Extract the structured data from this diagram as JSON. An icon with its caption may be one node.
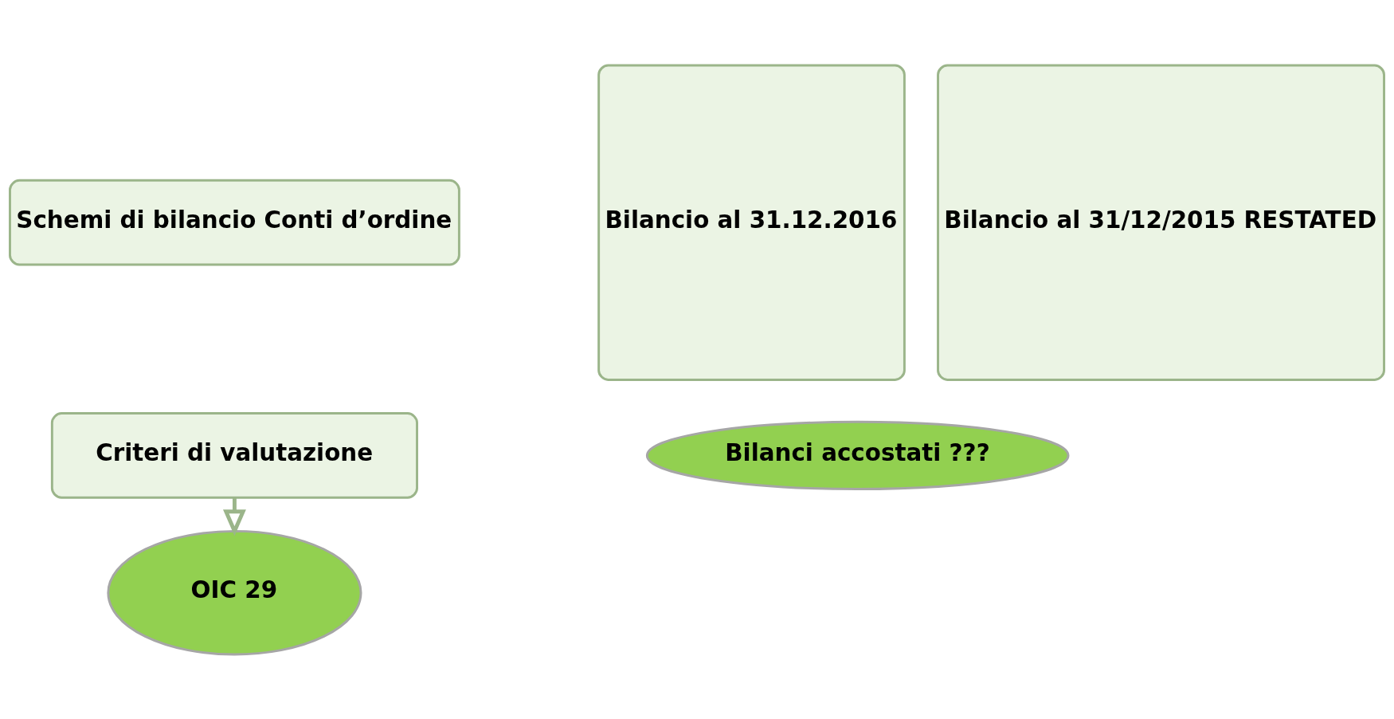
{
  "diagram": {
    "nodes": [
      {
        "text": [
          "Schemi di bilancio Conti d’ordine"
        ]
      },
      {
        "text": [
          "Criteri di valutazione"
        ]
      },
      {
        "text": [
          "OIC 29"
        ]
      },
      {
        "text": [
          "Bilancio al 31.12.2016"
        ]
      },
      {
        "text": [
          "Bilancio al 31/12/2015 RESTATED"
        ]
      },
      {
        "text": [
          "Bilanci accostati ???"
        ]
      }
    ],
    "edges": [
      {
        "from": 1,
        "to": 2,
        "arrow": "to"
      }
    ]
  }
}
